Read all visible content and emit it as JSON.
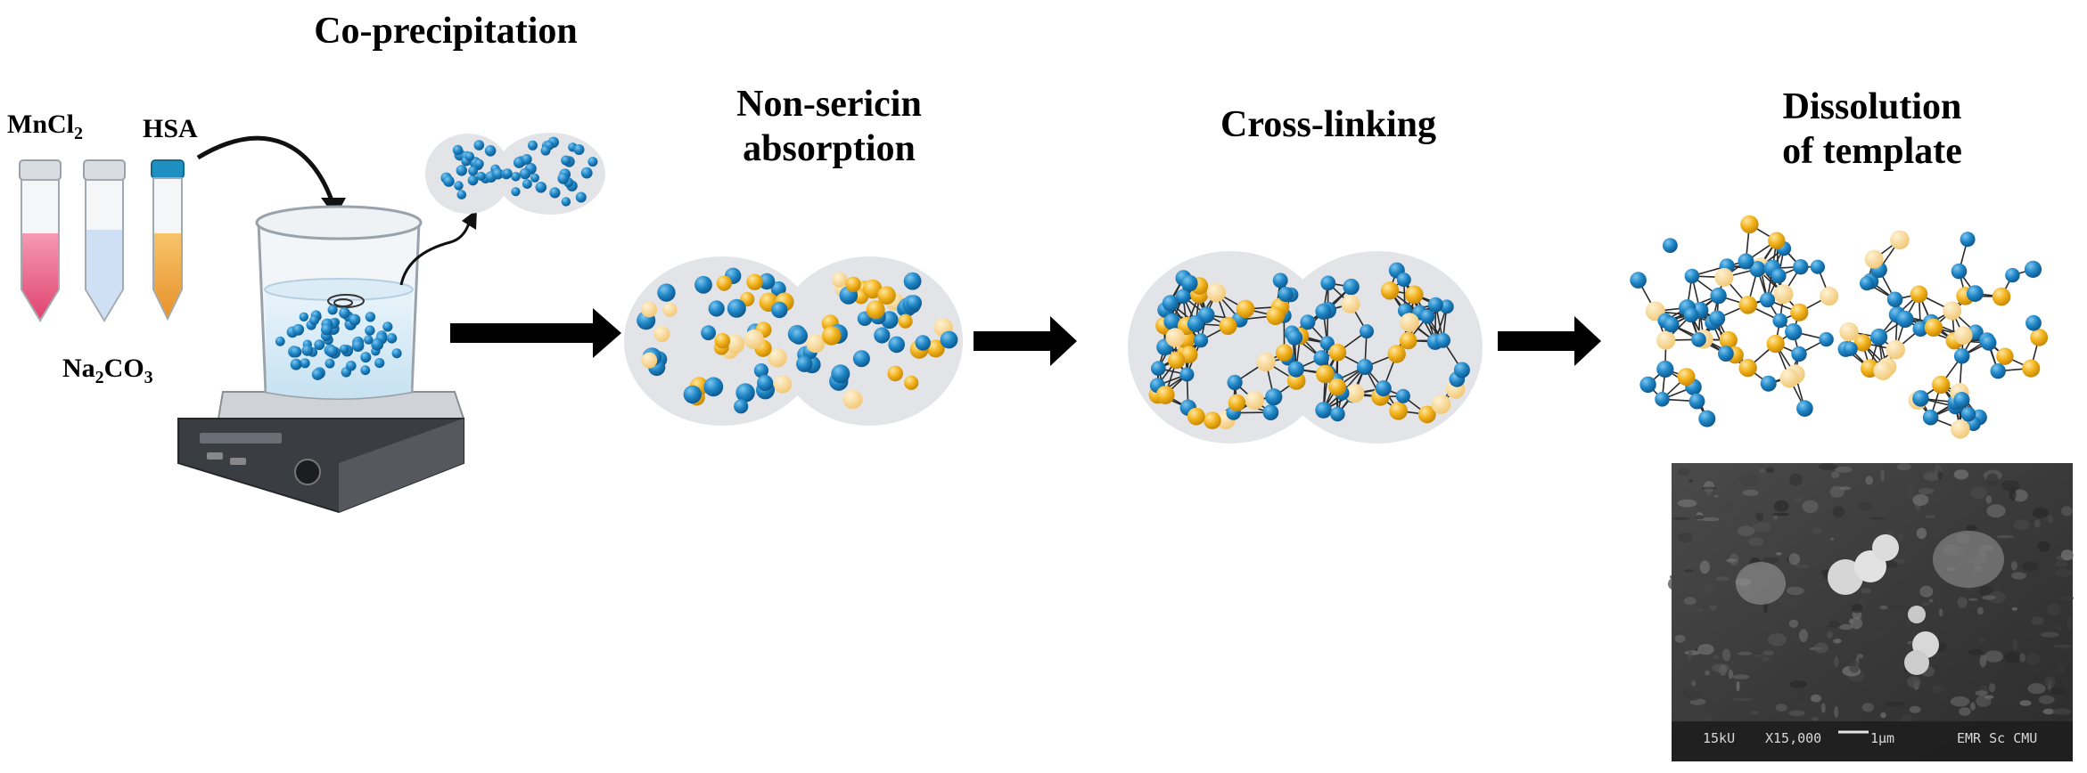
{
  "steps": [
    {
      "title_line1": "Co-precipitation",
      "title_line2": ""
    },
    {
      "title_line1": "Non-sericin",
      "title_line2": "absorption"
    },
    {
      "title_line1": "Cross-linking",
      "title_line2": ""
    },
    {
      "title_line1": "Dissolution",
      "title_line2": "of template"
    }
  ],
  "reagents": {
    "mncl2": {
      "base": "MnCl",
      "sub": "2",
      "rest": ""
    },
    "hsa": {
      "text": "HSA"
    },
    "na2co3": {
      "base": "Na",
      "sub": "2",
      "rest": "CO",
      "sub2": "3"
    }
  },
  "sem": {
    "voltage": "15kU",
    "magnification": "X15,000",
    "scale": "1µm",
    "facility": "EMR Sc CMU"
  },
  "colors": {
    "blue_particle": "#1f86c6",
    "yellow_particle": "#f2b21c",
    "light_yellow_particle": "#f8d28a",
    "template_gray": "#e2e4e8",
    "tube_pink": "#e8557a",
    "tube_blue": "#c9dcf3",
    "tube_orange": "#f0a43a",
    "arrow": "#000000"
  }
}
